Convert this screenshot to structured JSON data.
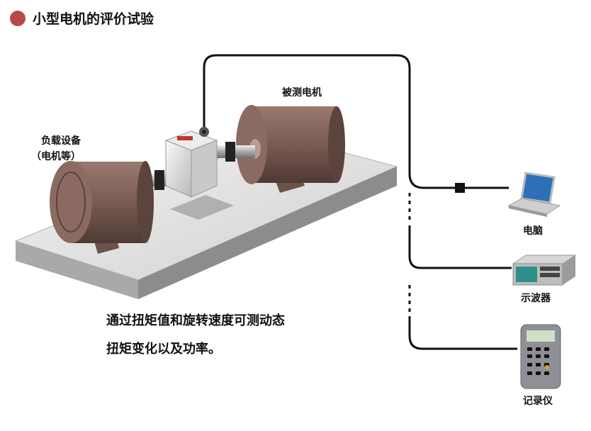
{
  "title": "小型电机的评价试验",
  "labels": {
    "motor_under_test": "被测电机",
    "load_device_line1": "负载设备",
    "load_device_line2": "（电机等）",
    "computer": "电脑",
    "oscilloscope": "示波器",
    "recorder": "记录仪"
  },
  "description": {
    "line1": "通过扭矩值和旋转速度可测动态",
    "line2": "扭矩变化以及功率。"
  },
  "colors": {
    "title_dot": "#b84a45",
    "motor_body": "#7c5c52",
    "platform": "#dcdcdc",
    "cable": "#111111"
  },
  "icons": [
    "laptop-icon",
    "oscilloscope-icon",
    "recorder-icon",
    "torque-sensor-icon"
  ]
}
